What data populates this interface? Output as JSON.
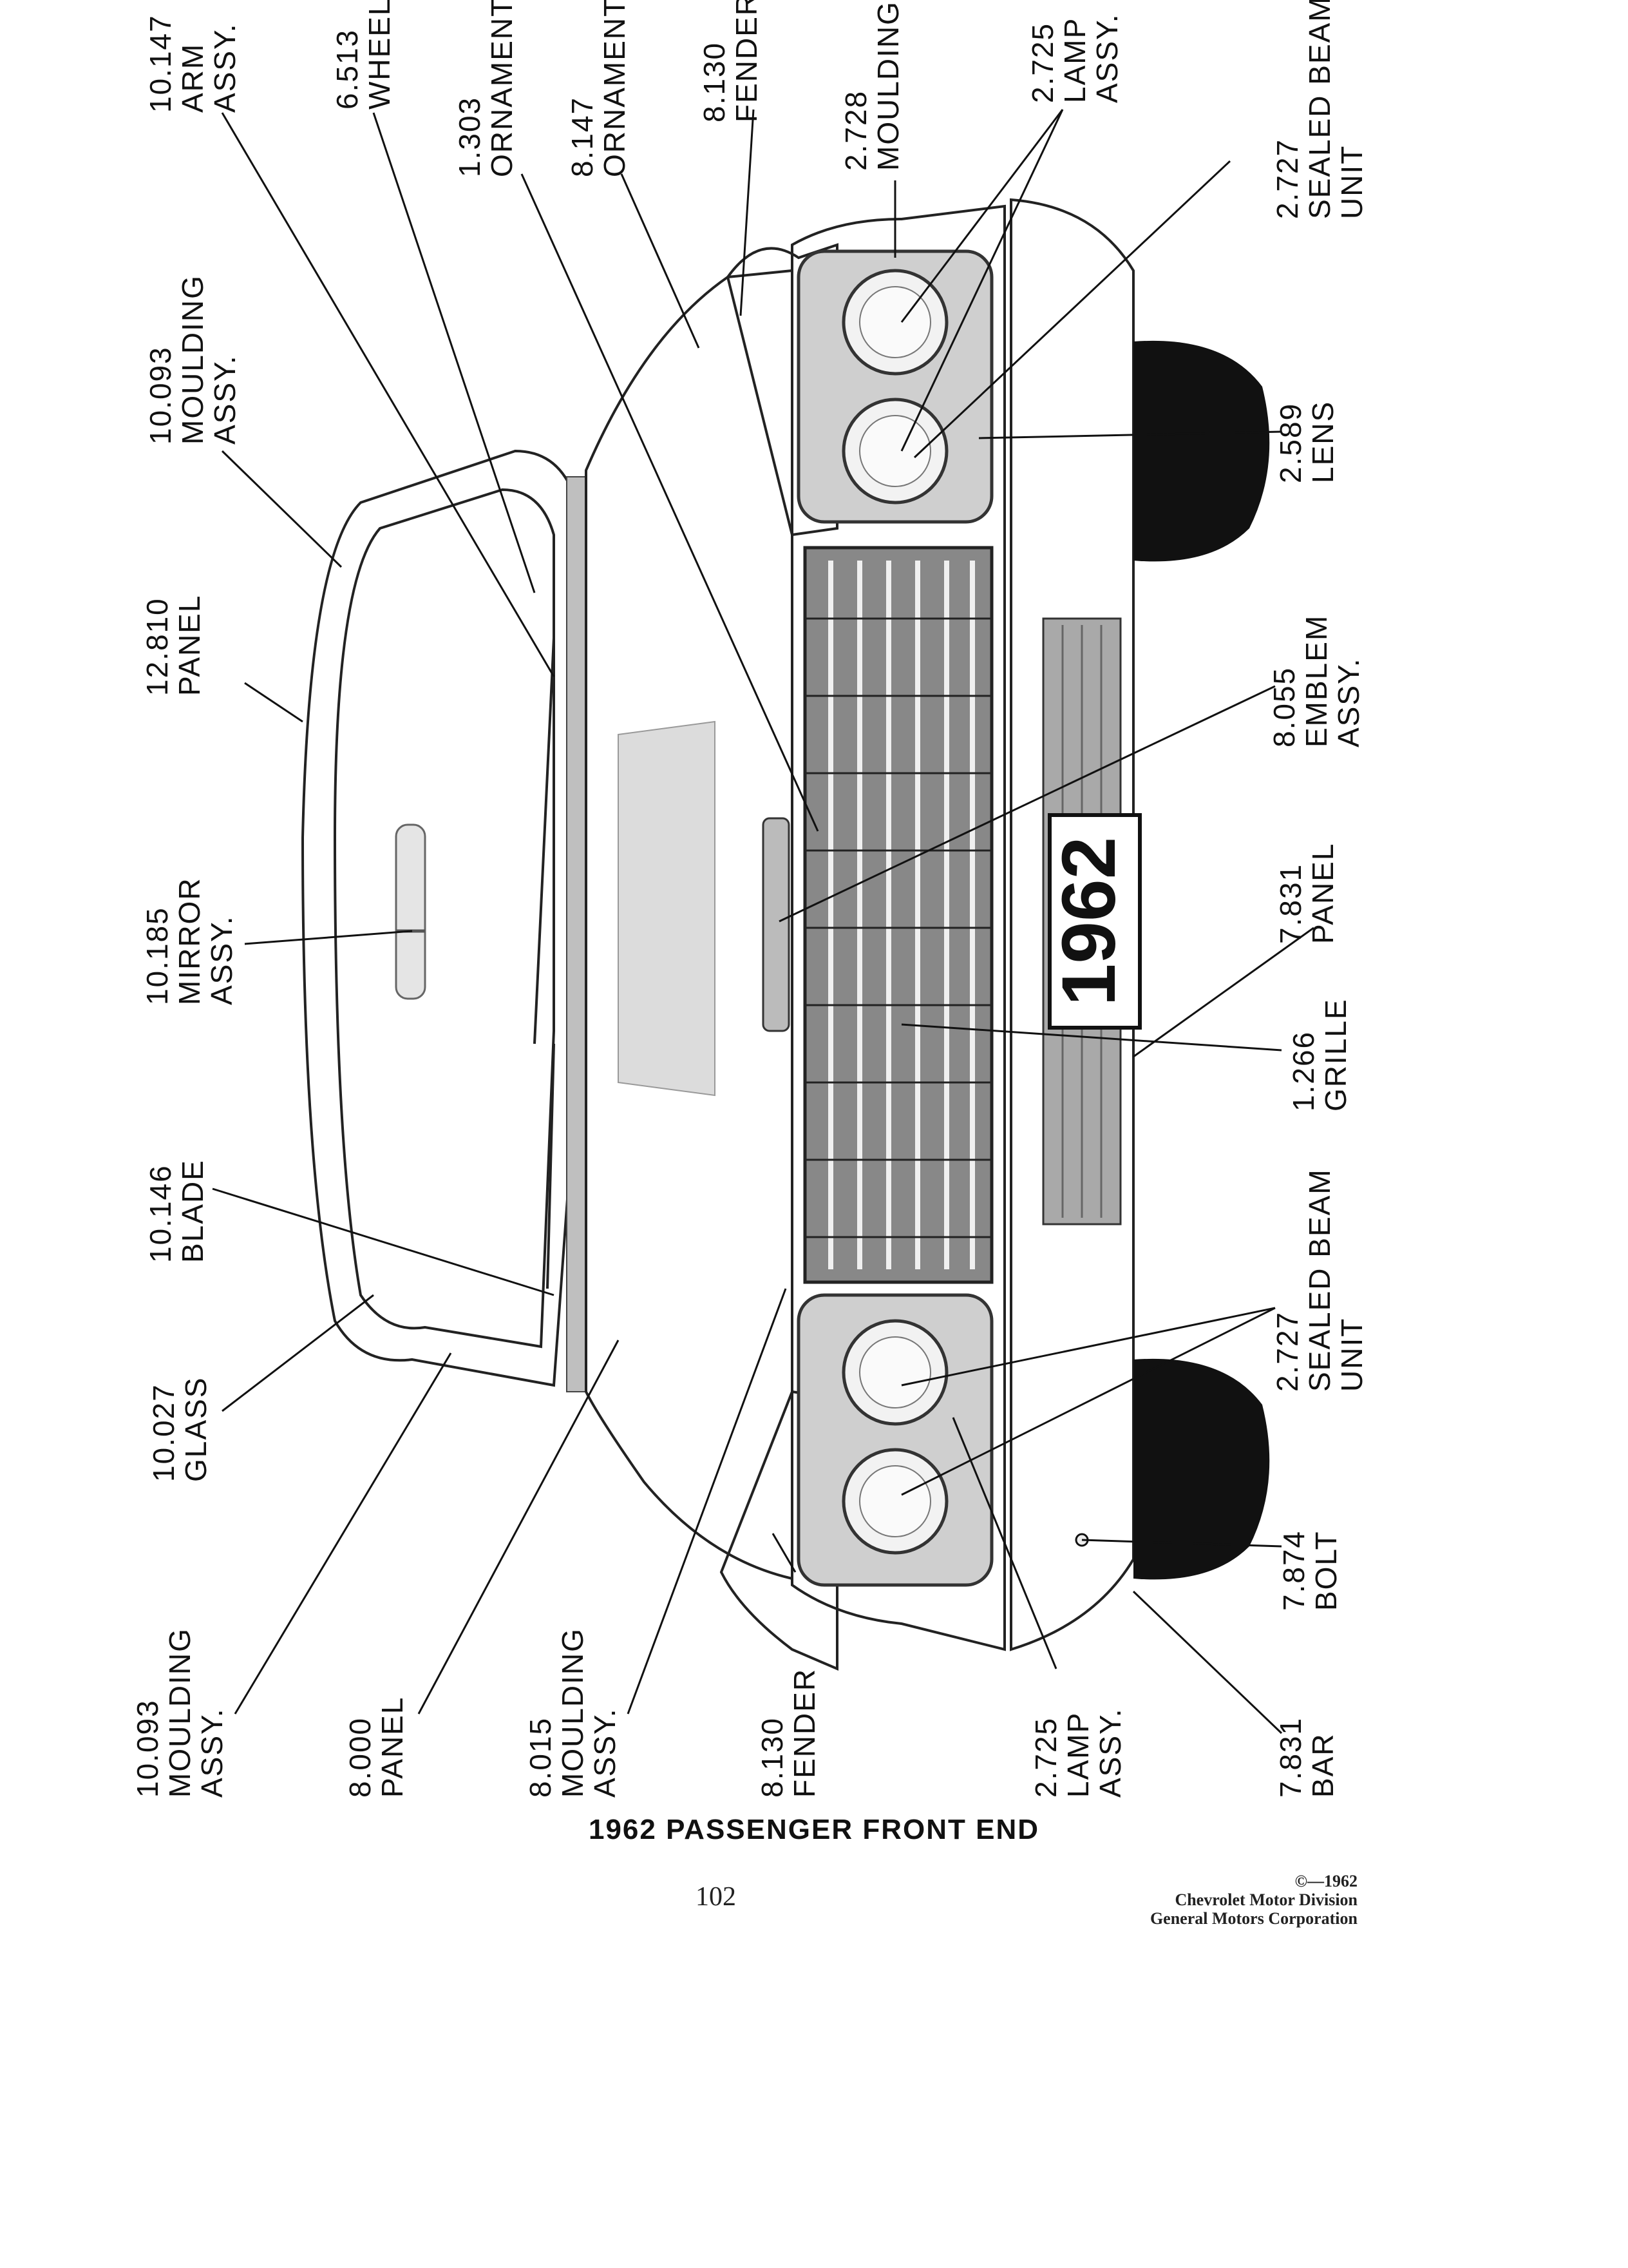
{
  "callouts": [
    {
      "id": "arm-assy",
      "lines": [
        "10.147",
        "ARM",
        "ASSY."
      ]
    },
    {
      "id": "wheel",
      "lines": [
        "6.513",
        "WHEEL"
      ]
    },
    {
      "id": "ornament-1",
      "lines": [
        "1.303",
        "ORNAMENT"
      ]
    },
    {
      "id": "ornament-2",
      "lines": [
        "8.147",
        "ORNAMENT"
      ]
    },
    {
      "id": "fender-top",
      "lines": [
        "8.130",
        "FENDER"
      ]
    },
    {
      "id": "moulding-top",
      "lines": [
        "2.728",
        "MOULDING"
      ]
    },
    {
      "id": "lamp-assy-top",
      "lines": [
        "2.725",
        "LAMP",
        "ASSY."
      ]
    },
    {
      "id": "sealed-beam-top",
      "lines": [
        "2.727",
        "SEALED BEAM",
        "UNIT"
      ]
    },
    {
      "id": "moulding-assy-top",
      "lines": [
        "10.093",
        "MOULDING",
        "ASSY."
      ]
    },
    {
      "id": "lens",
      "lines": [
        "2.589",
        "LENS"
      ]
    },
    {
      "id": "panel-windshield",
      "lines": [
        "12.810",
        "PANEL"
      ]
    },
    {
      "id": "emblem-assy",
      "lines": [
        "8.055",
        "EMBLEM",
        "ASSY."
      ]
    },
    {
      "id": "mirror-assy",
      "lines": [
        "10.185",
        "MIRROR",
        "ASSY."
      ]
    },
    {
      "id": "panel-plate",
      "lines": [
        "7.831",
        "PANEL"
      ]
    },
    {
      "id": "grille",
      "lines": [
        "1.266",
        "GRILLE"
      ]
    },
    {
      "id": "blade",
      "lines": [
        "10.146",
        "BLADE"
      ]
    },
    {
      "id": "sealed-beam-bottom",
      "lines": [
        "2.727",
        "SEALED BEAM",
        "UNIT"
      ]
    },
    {
      "id": "glass",
      "lines": [
        "10.027",
        "GLASS"
      ]
    },
    {
      "id": "bolt",
      "lines": [
        "7.874",
        "BOLT"
      ]
    },
    {
      "id": "moulding-assy-bottom",
      "lines": [
        "10.093",
        "MOULDING",
        "ASSY."
      ]
    },
    {
      "id": "panel-hood",
      "lines": [
        "8.000",
        "PANEL"
      ]
    },
    {
      "id": "moulding-assy-front",
      "lines": [
        "8.015",
        "MOULDING",
        "ASSY."
      ]
    },
    {
      "id": "fender-bottom",
      "lines": [
        "8.130",
        "FENDER"
      ]
    },
    {
      "id": "lamp-assy-bottom",
      "lines": [
        "2.725",
        "LAMP",
        "ASSY."
      ]
    },
    {
      "id": "bar",
      "lines": [
        "7.831",
        "BAR"
      ]
    }
  ],
  "license_plate": "1962",
  "figure_title": "1962 PASSENGER FRONT END",
  "page_number": "102",
  "copyright": [
    "©—1962",
    "Chevrolet Motor Division",
    "General Motors Corporation"
  ]
}
